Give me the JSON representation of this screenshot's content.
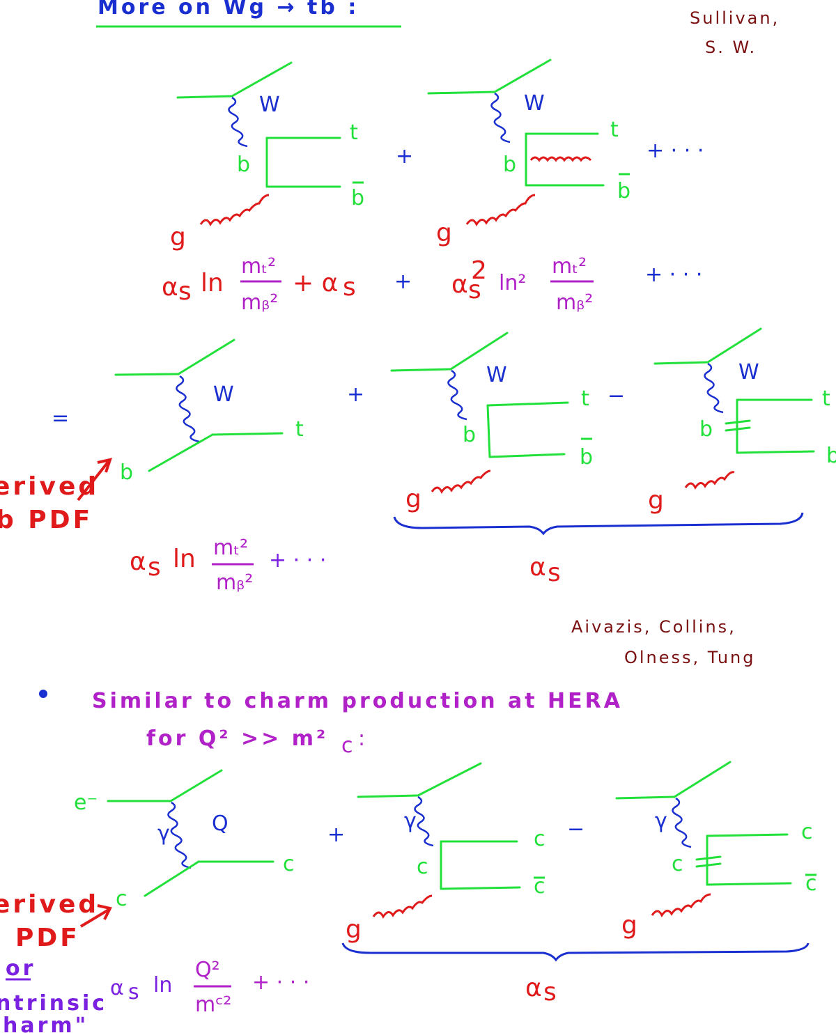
{
  "title": "More on  Wg → tb̄ :",
  "credits_top": [
    "Sullivan,",
    "S. W."
  ],
  "credits_mid": [
    "Aivazis, Collins,",
    "Olness, Tung"
  ],
  "bullet": "Similar to charm production at HERA",
  "bullet_line2": "for  Q² >> m²",
  "bullet_line2_sub": "c",
  "bullet_colon": ":",
  "labels": {
    "W": "W",
    "t": "t",
    "b": "b",
    "bbar": "b",
    "g": "g",
    "gamma": "γ",
    "Q": "Q",
    "c": "c",
    "cbar": "c",
    "e": "e⁻",
    "plus": "+",
    "minus": "−",
    "dots": "+ · · ·",
    "equals": "="
  },
  "expr_row1": {
    "a1": "α",
    "s": "s",
    "ln": "ln",
    "num": "mₜ²",
    "den": "mᵦ²",
    "plus_as": "+ α",
    "a2": "α",
    "s2": "s",
    "sq": "2",
    "ln2": "ln²"
  },
  "expr_row2": {
    "a": "α",
    "s": "s",
    "ln": "ln",
    "num": "mₜ²",
    "den": "mᵦ²",
    "dots": "+ · · ·"
  },
  "expr_row3": {
    "a": "α",
    "s": "s",
    "ln": "ln",
    "num": "Q²",
    "den": "mᶜ²",
    "dots": "+ · · ·"
  },
  "brace_label": "α",
  "brace_label_sub": "s",
  "side_b": [
    "erived",
    "b PDF"
  ],
  "side_c": [
    "erived",
    "PDF",
    "or",
    "ntrinsic",
    "harm\""
  ],
  "colors": {
    "green": "#22e03a",
    "blue": "#1a2fd0",
    "red": "#e01a1a",
    "magenta": "#b021c8",
    "purple": "#7a20e0",
    "brown": "#7a1010"
  }
}
